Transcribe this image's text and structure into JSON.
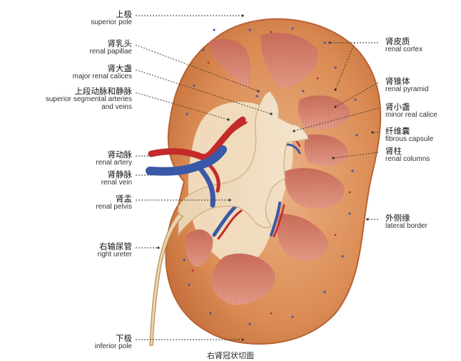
{
  "colors": {
    "cortex": "#d98a52",
    "cortex_light": "#e6a06a",
    "capsule": "#c8733f",
    "pyramid": "#d07a66",
    "pelvis": "#f0dcbf",
    "sinus_fat": "#f6e8d4",
    "artery": "#c42a2a",
    "vein": "#3a58a8",
    "leader": "#333333"
  },
  "labels": {
    "superior_pole": {
      "zh": "上极",
      "en": "superior pole"
    },
    "renal_papillae": {
      "zh": "肾乳头",
      "en": "renal papillae"
    },
    "major_calices": {
      "zh": "肾大盏",
      "en": "major renal calices"
    },
    "segmental_vessels": {
      "zh": "上段动脉和静脉",
      "en1": "superior segmental arteries",
      "en2": "and veins"
    },
    "renal_artery": {
      "zh": "肾动脉",
      "en": "renal artery"
    },
    "renal_vein": {
      "zh": "肾静脉",
      "en": "renal vein"
    },
    "renal_pelvis": {
      "zh": "肾盂",
      "en": "renal pelvis"
    },
    "right_ureter": {
      "zh": "右输尿管",
      "en": "right ureter"
    },
    "inferior_pole": {
      "zh": "下极",
      "en": "inferior pole"
    },
    "renal_cortex": {
      "zh": "肾皮质",
      "en": "renal cortex"
    },
    "renal_pyramid": {
      "zh": "肾锥体",
      "en": "renal pyramid"
    },
    "minor_calice": {
      "zh": "肾小盏",
      "en": "minor real calice"
    },
    "fibrous_capsule": {
      "zh": "纤维囊",
      "en": "fibrous capsule"
    },
    "renal_columns": {
      "zh": "肾柱",
      "en": "renal columns"
    },
    "lateral_border": {
      "zh": "外侧缘",
      "en": "lateral border"
    }
  },
  "caption": "右肾冠状切面"
}
